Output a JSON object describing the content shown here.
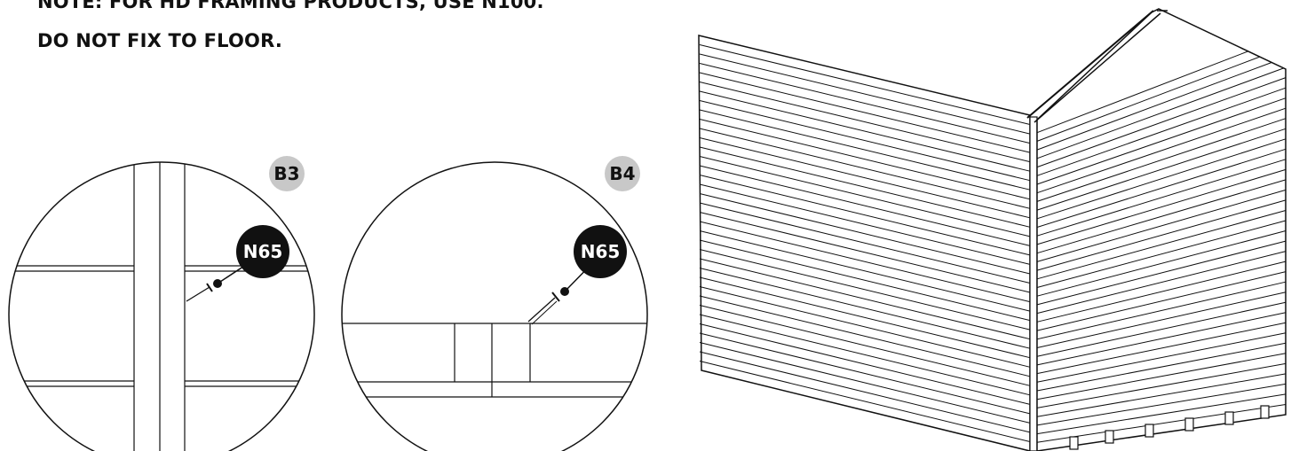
{
  "notes": {
    "line1": "NOTE: FOR HD FRAMING PRODUCTS, USE N100.",
    "line2": "DO NOT FIX TO FLOOR."
  },
  "details": [
    {
      "badge": "B3",
      "fastener": "N65"
    },
    {
      "badge": "B4",
      "fastener": "N65"
    }
  ],
  "colors": {
    "ink": "#111111",
    "badge_fill": "#c8c8c8",
    "tag_fill": "#111111",
    "paper": "#ffffff"
  }
}
